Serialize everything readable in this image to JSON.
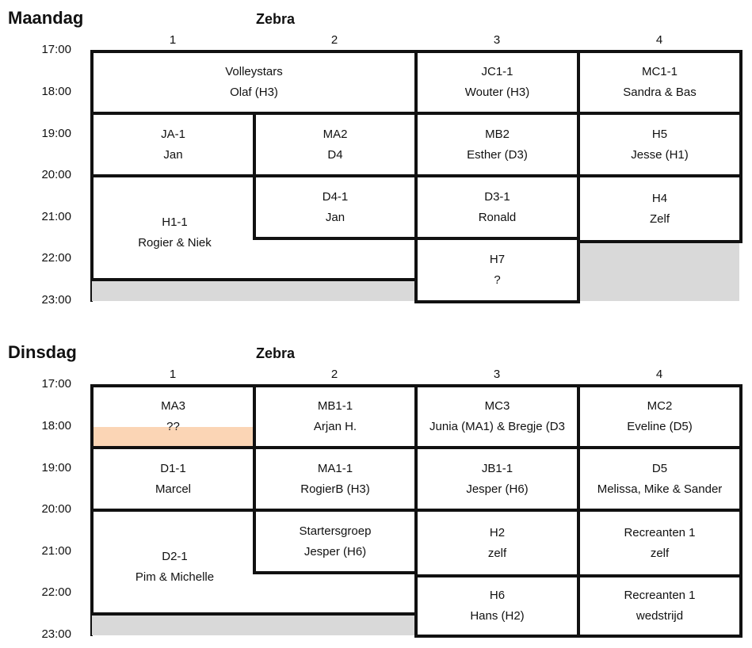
{
  "days": [
    {
      "title": "Maandag",
      "venue": "Zebra",
      "courts": [
        "1",
        "2",
        "3",
        "4"
      ],
      "times": [
        "17:00",
        "18:00",
        "19:00",
        "20:00",
        "21:00",
        "22:00",
        "23:00"
      ],
      "cells": [
        {
          "team": "Volleystars",
          "trainer": "Olaf (H3)"
        },
        {
          "team": "JC1-1",
          "trainer": "Wouter (H3)"
        },
        {
          "team": "MC1-1",
          "trainer": "Sandra & Bas"
        },
        {
          "team": "JA-1",
          "trainer": "Jan"
        },
        {
          "team": "MA2",
          "trainer": "D4"
        },
        {
          "team": "MB2",
          "trainer": "Esther (D3)"
        },
        {
          "team": "H5",
          "trainer": "Jesse (H1)"
        },
        {
          "team": "H1-1",
          "trainer": "Rogier & Niek"
        },
        {
          "team": "D4-1",
          "trainer": "Jan"
        },
        {
          "team": "D3-1",
          "trainer": "Ronald"
        },
        {
          "team": "H4",
          "trainer": "Zelf"
        },
        {
          "team": "H7",
          "trainer": "?"
        }
      ]
    },
    {
      "title": "Dinsdag",
      "venue": "Zebra",
      "courts": [
        "1",
        "2",
        "3",
        "4"
      ],
      "times": [
        "17:00",
        "18:00",
        "19:00",
        "20:00",
        "21:00",
        "22:00",
        "23:00"
      ],
      "cells": [
        {
          "team": "MA3",
          "trainer": "??"
        },
        {
          "team": "MB1-1",
          "trainer": "Arjan H."
        },
        {
          "team": "MC3",
          "trainer": "Junia (MA1) & Bregje (D3"
        },
        {
          "team": "MC2",
          "trainer": "Eveline (D5)"
        },
        {
          "team": "D1-1",
          "trainer": "Marcel"
        },
        {
          "team": "MA1-1",
          "trainer": "RogierB (H3)"
        },
        {
          "team": "JB1-1",
          "trainer": "Jesper (H6)"
        },
        {
          "team": "D5",
          "trainer": "Melissa, Mike & Sander"
        },
        {
          "team": "D2-1",
          "trainer": "Pim & Michelle"
        },
        {
          "team": "Startersgroep",
          "trainer": "Jesper (H6)"
        },
        {
          "team": "H2",
          "trainer": "zelf"
        },
        {
          "team": "Recreanten 1",
          "trainer": "zelf"
        },
        {
          "team": "H6",
          "trainer": "Hans (H2)"
        },
        {
          "team": "Recreanten 1",
          "trainer": "wedstrijd"
        }
      ]
    }
  ],
  "colors": {
    "grid": "#111111",
    "unused": "#d9d9d9",
    "highlight": "#fbd5b5"
  }
}
